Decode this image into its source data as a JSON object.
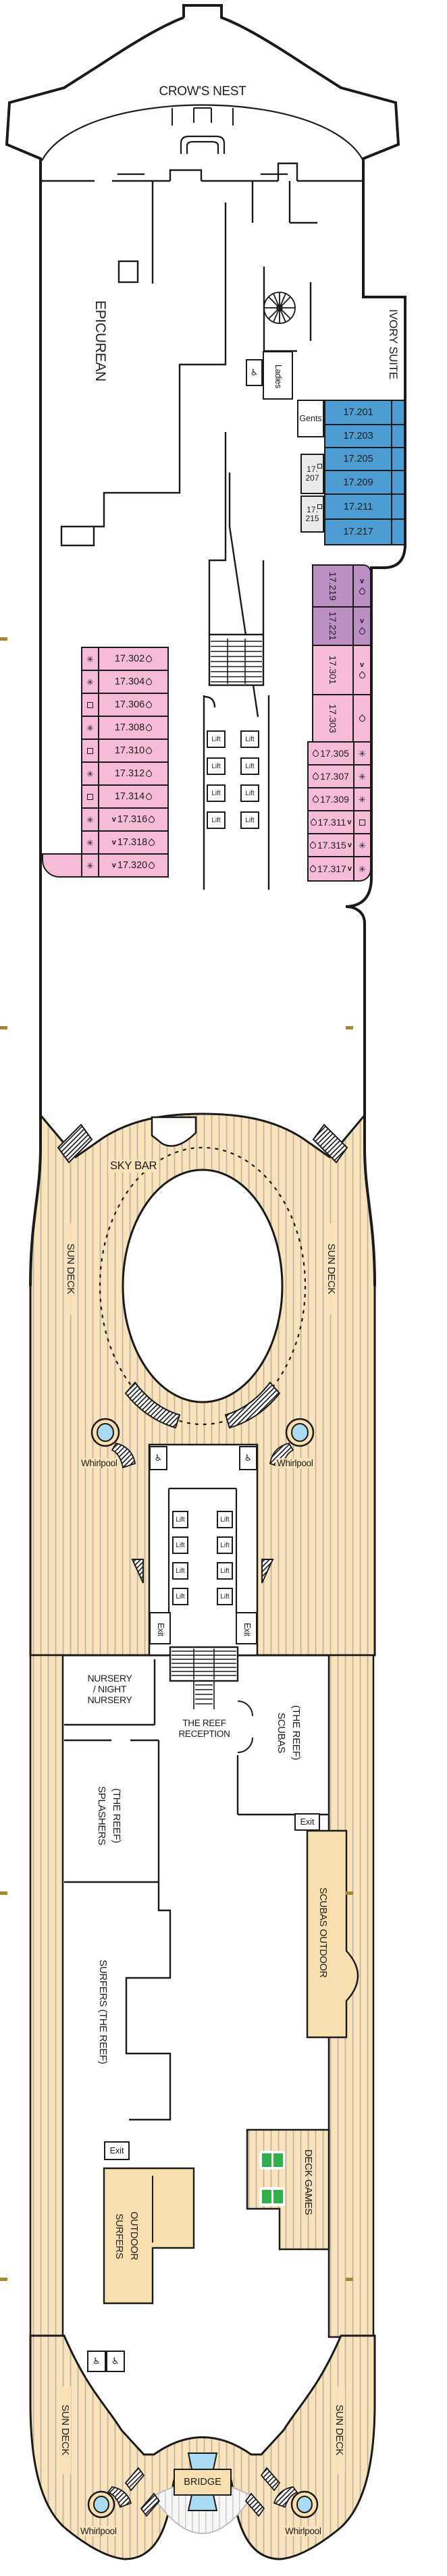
{
  "deck_plan": {
    "bow_label": "CROW'S NEST",
    "venues": {
      "epicurean": "EPICUREAN",
      "ivory_suite": "IVORY SUITE",
      "sky_bar": "SKY BAR",
      "sun_deck": "SUN DECK",
      "bridge": "BRIDGE",
      "deck_games": "DECK GAMES",
      "scubas_outdoor": "SCUBAS OUTDOOR",
      "surfers_outdoor_lines": [
        "SURFERS",
        "OUTDOOR"
      ],
      "nursery_lines": [
        "NURSERY",
        "/ NIGHT",
        "NURSERY"
      ],
      "reef_reception_lines": [
        "THE REEF",
        "RECEPTION"
      ],
      "scubas_reef_lines": [
        "SCUBAS",
        "(THE REEF)"
      ],
      "splashers_reef_lines": [
        "SPLASHERS",
        "(THE REEF)"
      ],
      "surfers_reef": "SURFERS (THE REEF)"
    },
    "facilities": {
      "ladies": "Ladies",
      "gents": "Gents",
      "lift": "Lift",
      "exit": "Exit",
      "whirlpool": "Whirlpool"
    },
    "cabins": {
      "suites_blue": [
        "17.201",
        "17.203",
        "17.205",
        "17.209",
        "17.211",
        "17.217"
      ],
      "inside_grey": [
        {
          "line1": "17.",
          "line2": "207"
        },
        {
          "line1": "17.",
          "line2": "215"
        }
      ],
      "aft_rotated": [
        {
          "id": "17.219",
          "color": "purple",
          "v": true,
          "droplet": true
        },
        {
          "id": "17.221",
          "color": "purple",
          "v": true,
          "droplet": true
        },
        {
          "id": "17.301",
          "color": "pink",
          "v": true,
          "droplet": true
        },
        {
          "id": "17.303",
          "color": "pink",
          "v": false,
          "droplet": true
        }
      ],
      "port_column": [
        {
          "id": "17.302",
          "icon": "asterisk",
          "v": false,
          "droplet": true
        },
        {
          "id": "17.304",
          "icon": "asterisk",
          "v": false,
          "droplet": true
        },
        {
          "id": "17.306",
          "icon": "square",
          "v": false,
          "droplet": true
        },
        {
          "id": "17.308",
          "icon": "asterisk",
          "v": false,
          "droplet": true
        },
        {
          "id": "17.310",
          "icon": "square",
          "v": false,
          "droplet": true
        },
        {
          "id": "17.312",
          "icon": "asterisk",
          "v": false,
          "droplet": true
        },
        {
          "id": "17.314",
          "icon": "square",
          "v": false,
          "droplet": true
        },
        {
          "id": "17.316",
          "icon": "asterisk",
          "v": true,
          "droplet": true
        },
        {
          "id": "17.318",
          "icon": "asterisk",
          "v": true,
          "droplet": true
        },
        {
          "id": "17.320",
          "icon": "asterisk",
          "v": true,
          "droplet": true
        }
      ],
      "starboard_column": [
        {
          "id": "17.305",
          "icon": "asterisk",
          "v": false,
          "droplet": true
        },
        {
          "id": "17.307",
          "icon": "asterisk",
          "v": false,
          "droplet": true
        },
        {
          "id": "17.309",
          "icon": "asterisk",
          "v": false,
          "droplet": true
        },
        {
          "id": "17.311",
          "icon": "square",
          "v": true,
          "droplet": true
        },
        {
          "id": "17.315",
          "icon": "asterisk",
          "v": true,
          "droplet": true
        },
        {
          "id": "17.317",
          "icon": "asterisk",
          "v": true,
          "droplet": true
        }
      ]
    },
    "icons": {
      "v_glyph": "v",
      "asterisk_glyph": "✳",
      "wheelchair_glyph": "♿"
    },
    "colors": {
      "suite_blue": "#4d9dd3",
      "cabin_pink": "#f5bbd7",
      "cabin_purple": "#bd90c5",
      "inside_grey": "#ebebeb",
      "deck_stripe_tan": "#fae3ba",
      "solid_tan": "#f8dfaf",
      "water_blue": "#a9dcf2",
      "games_green": "#2fae49",
      "fold_mark_gold": "#a28a33"
    }
  }
}
